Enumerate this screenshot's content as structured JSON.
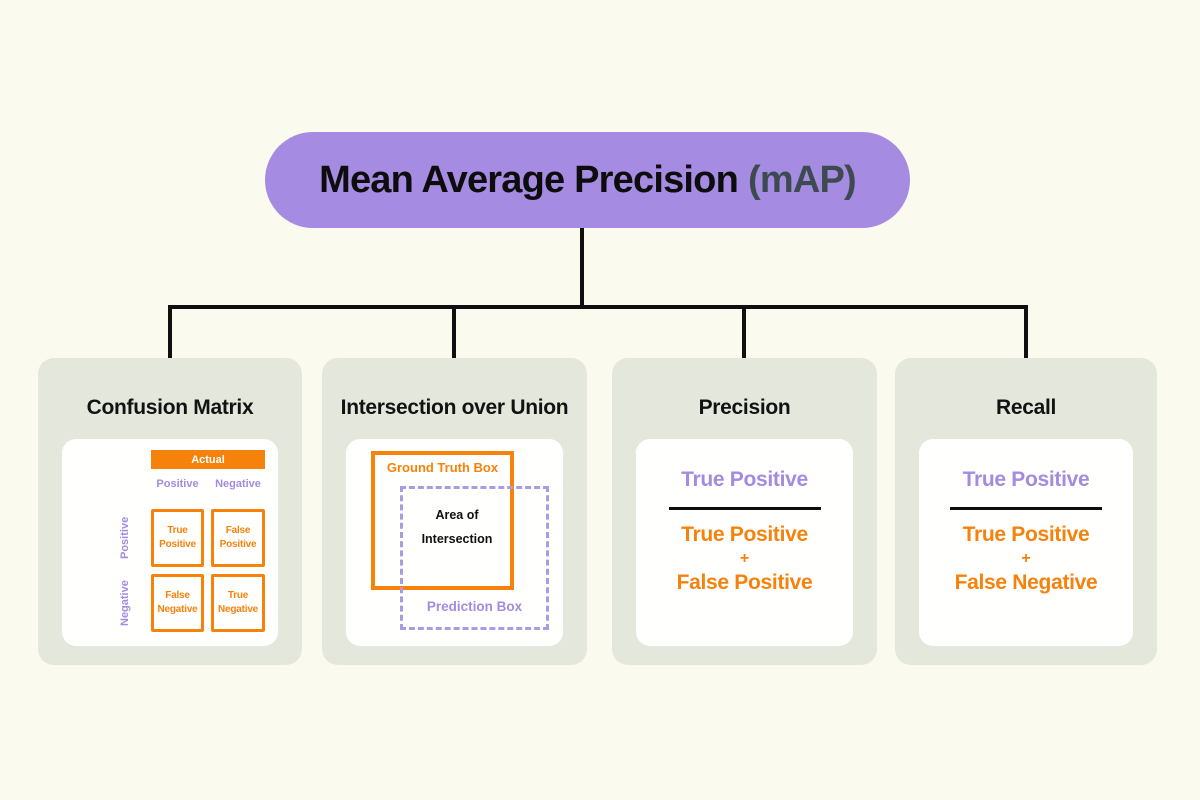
{
  "colors": {
    "background": "#FAFAEE",
    "branch_card": "#E4E8DC",
    "inner_card": "#FFFFFE",
    "orange": "#F6820C",
    "lavender": "#A48BE0",
    "pill_purple": "#A58BE2",
    "accent_slate": "#3D4B51",
    "connector_black": "#101010"
  },
  "root": {
    "title": "Mean Average Precision",
    "title_accent": "(mAP)"
  },
  "branches": [
    {
      "title": "Confusion Matrix",
      "matrix": {
        "actual_label": "Actual",
        "column_labels": [
          "Positive",
          "Negative"
        ],
        "row_labels": [
          "Positive",
          "Negative"
        ],
        "cells": [
          [
            "True Positive",
            "False Positive"
          ],
          [
            "False Negative",
            "True Negative"
          ]
        ]
      }
    },
    {
      "title": "Intersection over Union",
      "ground_truth_label": "Ground Truth Box",
      "prediction_label": "Prediction Box",
      "intersection_label": [
        "Area of",
        "Intersection"
      ]
    },
    {
      "title": "Precision",
      "formula": {
        "numerator": "True Positive",
        "den_top": "True Positive",
        "operator": "+",
        "den_bottom": "False Positive"
      }
    },
    {
      "title": "Recall",
      "formula": {
        "numerator": "True Positive",
        "den_top": "True Positive",
        "operator": "+",
        "den_bottom": "False Negative"
      }
    }
  ]
}
